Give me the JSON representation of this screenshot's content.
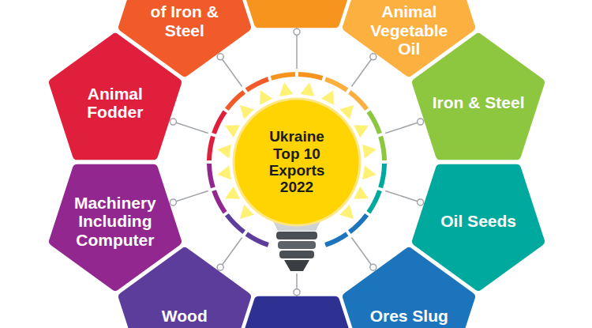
{
  "diagram": {
    "nodes": [
      {
        "text": [
          "Ukraine Top 10 Exports 2022"
        ]
      },
      {
        "text": [
          "Animal Vegetable Oil"
        ]
      },
      {
        "text": [
          "Iron & Steel"
        ]
      },
      {
        "text": [
          "Oil Seeds"
        ]
      },
      {
        "text": [
          "Ores Slug"
        ]
      },
      {
        "text": [
          "Wood"
        ]
      },
      {
        "text": [
          "Machinery Including Computer"
        ]
      },
      {
        "text": [
          "Animal Fodder"
        ]
      },
      {
        "text": [
          "of Iron & Steel"
        ]
      }
    ],
    "edges": [
      {
        "from": 0,
        "to": 1,
        "arrow": "none"
      },
      {
        "from": 0,
        "to": 2,
        "arrow": "none"
      },
      {
        "from": 0,
        "to": 3,
        "arrow": "none"
      },
      {
        "from": 0,
        "to": 4,
        "arrow": "none"
      },
      {
        "from": 0,
        "to": 5,
        "arrow": "none"
      },
      {
        "from": 0,
        "to": 6,
        "arrow": "none"
      },
      {
        "from": 0,
        "to": 7,
        "arrow": "none"
      },
      {
        "from": 0,
        "to": 8,
        "arrow": "none"
      }
    ]
  }
}
